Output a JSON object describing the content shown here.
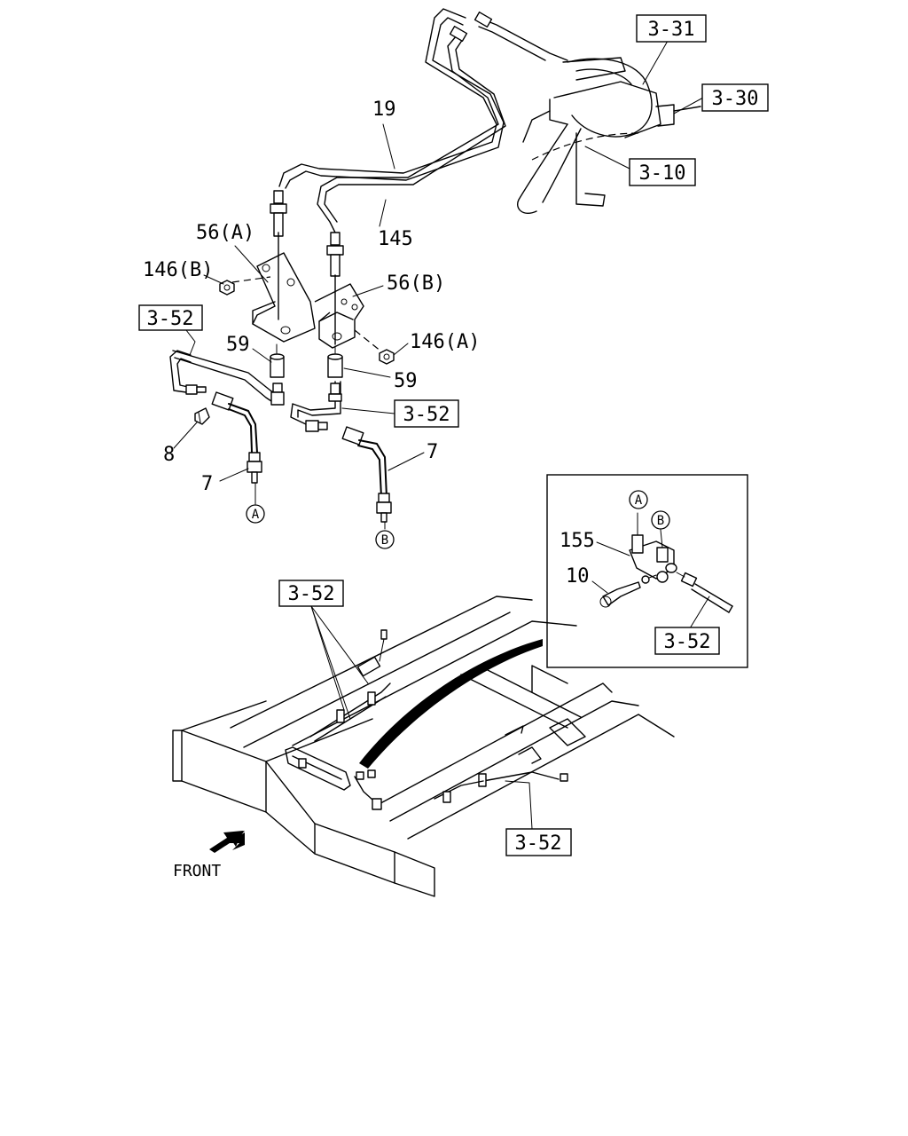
{
  "labels": {
    "ref_3_31": "3-31",
    "ref_3_30": "3-30",
    "ref_3_10": "3-10",
    "ref_3_52_left": "3-52",
    "ref_3_52_mid": "3-52",
    "ref_3_52_inset": "3-52",
    "ref_3_52_frame_top": "3-52",
    "ref_3_52_frame_bottom": "3-52",
    "part_19": "19",
    "part_145": "145",
    "part_56a": "56(A)",
    "part_56b": "56(B)",
    "part_146b": "146(B)",
    "part_146a": "146(A)",
    "part_59_left": "59",
    "part_59_right": "59",
    "part_8": "8",
    "part_7_left": "7",
    "part_7_right": "7",
    "part_155": "155",
    "part_10": "10",
    "front": "FRONT"
  },
  "callouts": {
    "a_left": "A",
    "b_left": "B",
    "a_inset": "A",
    "b_inset": "B"
  }
}
